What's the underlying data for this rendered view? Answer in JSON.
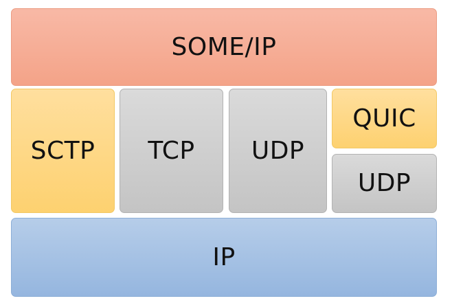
{
  "layers": {
    "application": {
      "label": "SOME/IP",
      "color": "#f6ad95"
    },
    "transport": {
      "sctp": {
        "label": "SCTP",
        "color": "#fed98a"
      },
      "tcp": {
        "label": "TCP",
        "color": "#cfcfcf"
      },
      "udp": {
        "label": "UDP",
        "color": "#cfcfcf"
      },
      "quic": {
        "label": "QUIC",
        "color": "#fed98a"
      },
      "udp_under_quic": {
        "label": "UDP",
        "color": "#cfcfcf"
      }
    },
    "network": {
      "label": "IP",
      "color": "#a6c2e5"
    }
  }
}
